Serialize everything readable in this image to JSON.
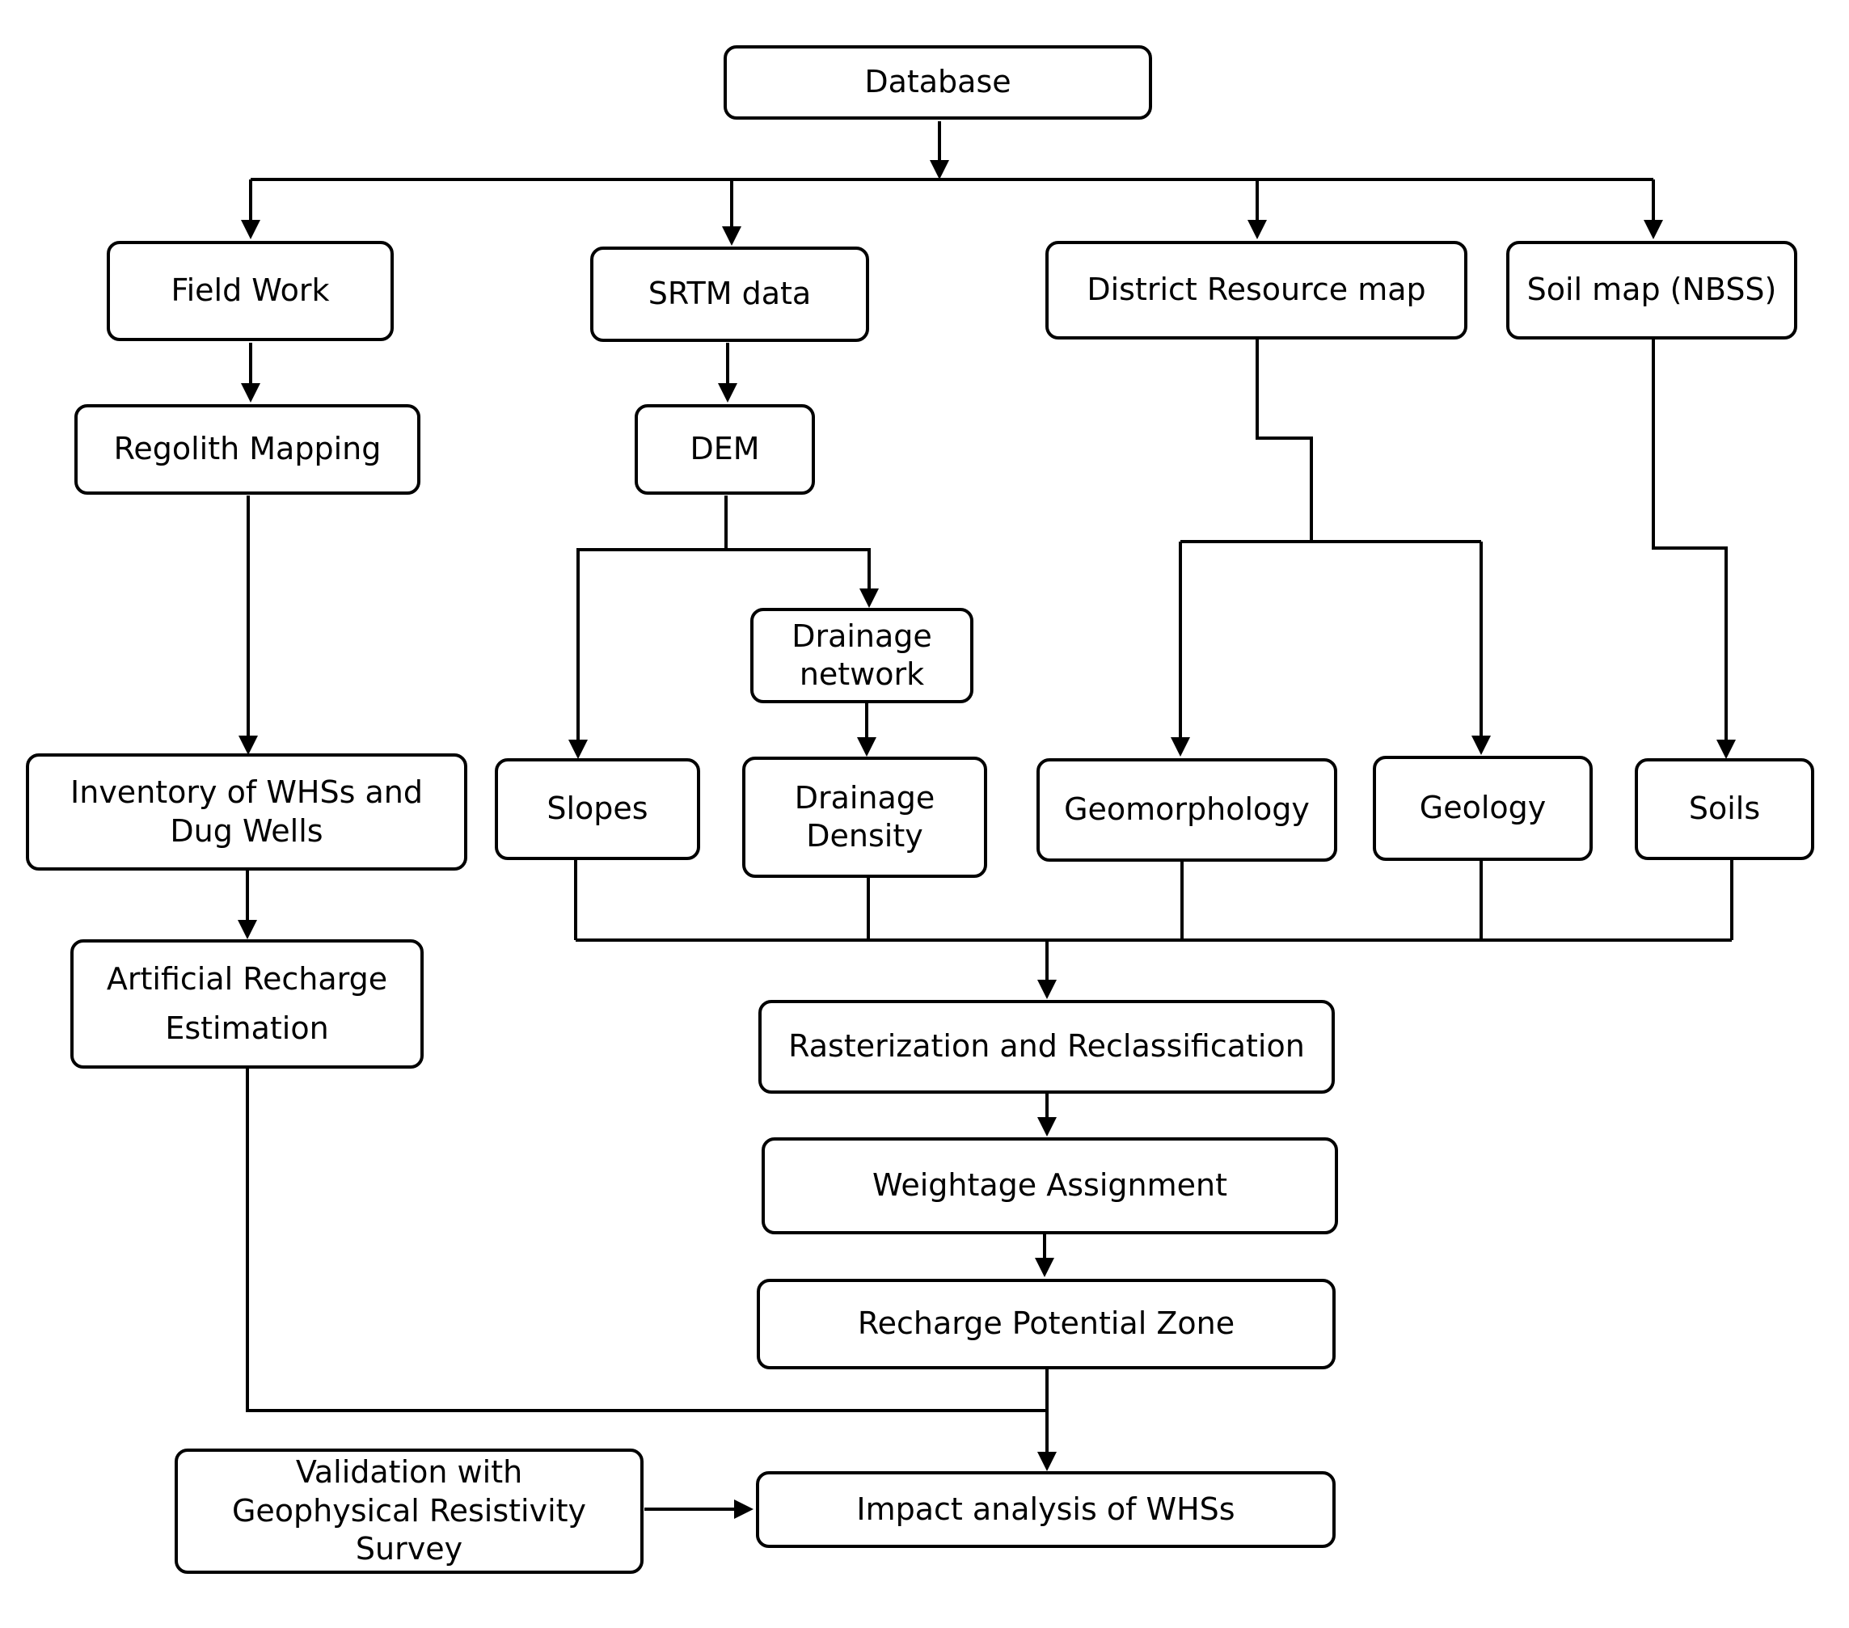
{
  "nodes": {
    "database": "Database",
    "field_work": "Field Work",
    "srtm_data": "SRTM data",
    "district_resource_map": "District Resource map",
    "soil_map": "Soil map (NBSS)",
    "regolith_mapping": "Regolith Mapping",
    "dem": "DEM",
    "drainage_network": "Drainage network",
    "inventory": "Inventory of WHSs and Dug Wells",
    "slopes": "Slopes",
    "drainage_density": "Drainage Density",
    "geomorphology": "Geomorphology",
    "geology": "Geology",
    "soils": "Soils",
    "artificial_recharge": "Artificial Recharge Estimation",
    "rasterization": "Rasterization and Reclassification",
    "weightage": "Weightage Assignment",
    "recharge_zone": "Recharge Potential Zone",
    "validation": "Validation with Geophysical Resistivity Survey",
    "impact_analysis": "Impact analysis of WHSs"
  },
  "colors": {
    "stroke": "#000000",
    "background": "#ffffff"
  }
}
